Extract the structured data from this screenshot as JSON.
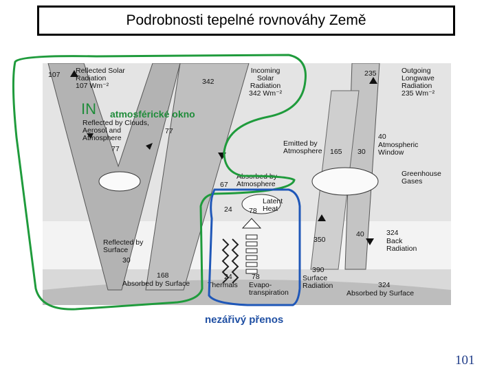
{
  "title": "Podrobnosti tepelné rovnováhy Země",
  "annotations": {
    "in": "IN",
    "atmospheric_window": "atmosférické okno",
    "nonradiative": "nezářivý přenos"
  },
  "page_number": "101",
  "colors": {
    "green_outline": "#1f9b3c",
    "blue_outline": "#1f57b8",
    "page_number": "#1f3c88"
  },
  "diagram": {
    "reflected_solar": "107",
    "reflected_solar_label": "Reflected Solar\nRadiation\n107 Wm⁻²",
    "incoming_solar_top": "342",
    "incoming_solar_label": "Incoming\nSolar\nRadiation\n342 Wm⁻²",
    "outgoing_top": "235",
    "outgoing_label": "Outgoing\nLongwave\nRadiation\n235 Wm⁻²",
    "reflected_clouds_label": "Reflected by Clouds,\nAerosol and\nAtmosphere",
    "reflected_clouds_a": "77",
    "reflected_clouds_b": "77",
    "emitted_atm_label": "Emitted by\nAtmosphere",
    "emitted_atm_value": "165",
    "emitted_30": "30",
    "window_40": "40",
    "window_label": "Atmospheric\nWindow",
    "ghg_label": "Greenhouse\nGases",
    "absorbed_atm_value": "67",
    "absorbed_atm_label": "Absorbed by\nAtmosphere",
    "latent_label": "Latent\nHeat",
    "latent_78": "78",
    "thermals_24_top": "24",
    "reflected_surface_label": "Reflected by\nSurface",
    "reflected_surface_value": "30",
    "absorbed_surface_value": "168",
    "absorbed_surface_label": "Absorbed by Surface",
    "thermals_24": "24",
    "thermals_label": "Thermals",
    "evapo_78": "78",
    "evapo_label": "Evapo-\ntranspiration",
    "value_350": "350",
    "value_40_lower": "40",
    "back_value": "324",
    "back_label": "Back\nRadiation",
    "surface_value": "390",
    "surface_label": "Surface\nRadiation",
    "absorbed_surface2_value": "324",
    "absorbed_surface2_label": "Absorbed by Surface"
  }
}
